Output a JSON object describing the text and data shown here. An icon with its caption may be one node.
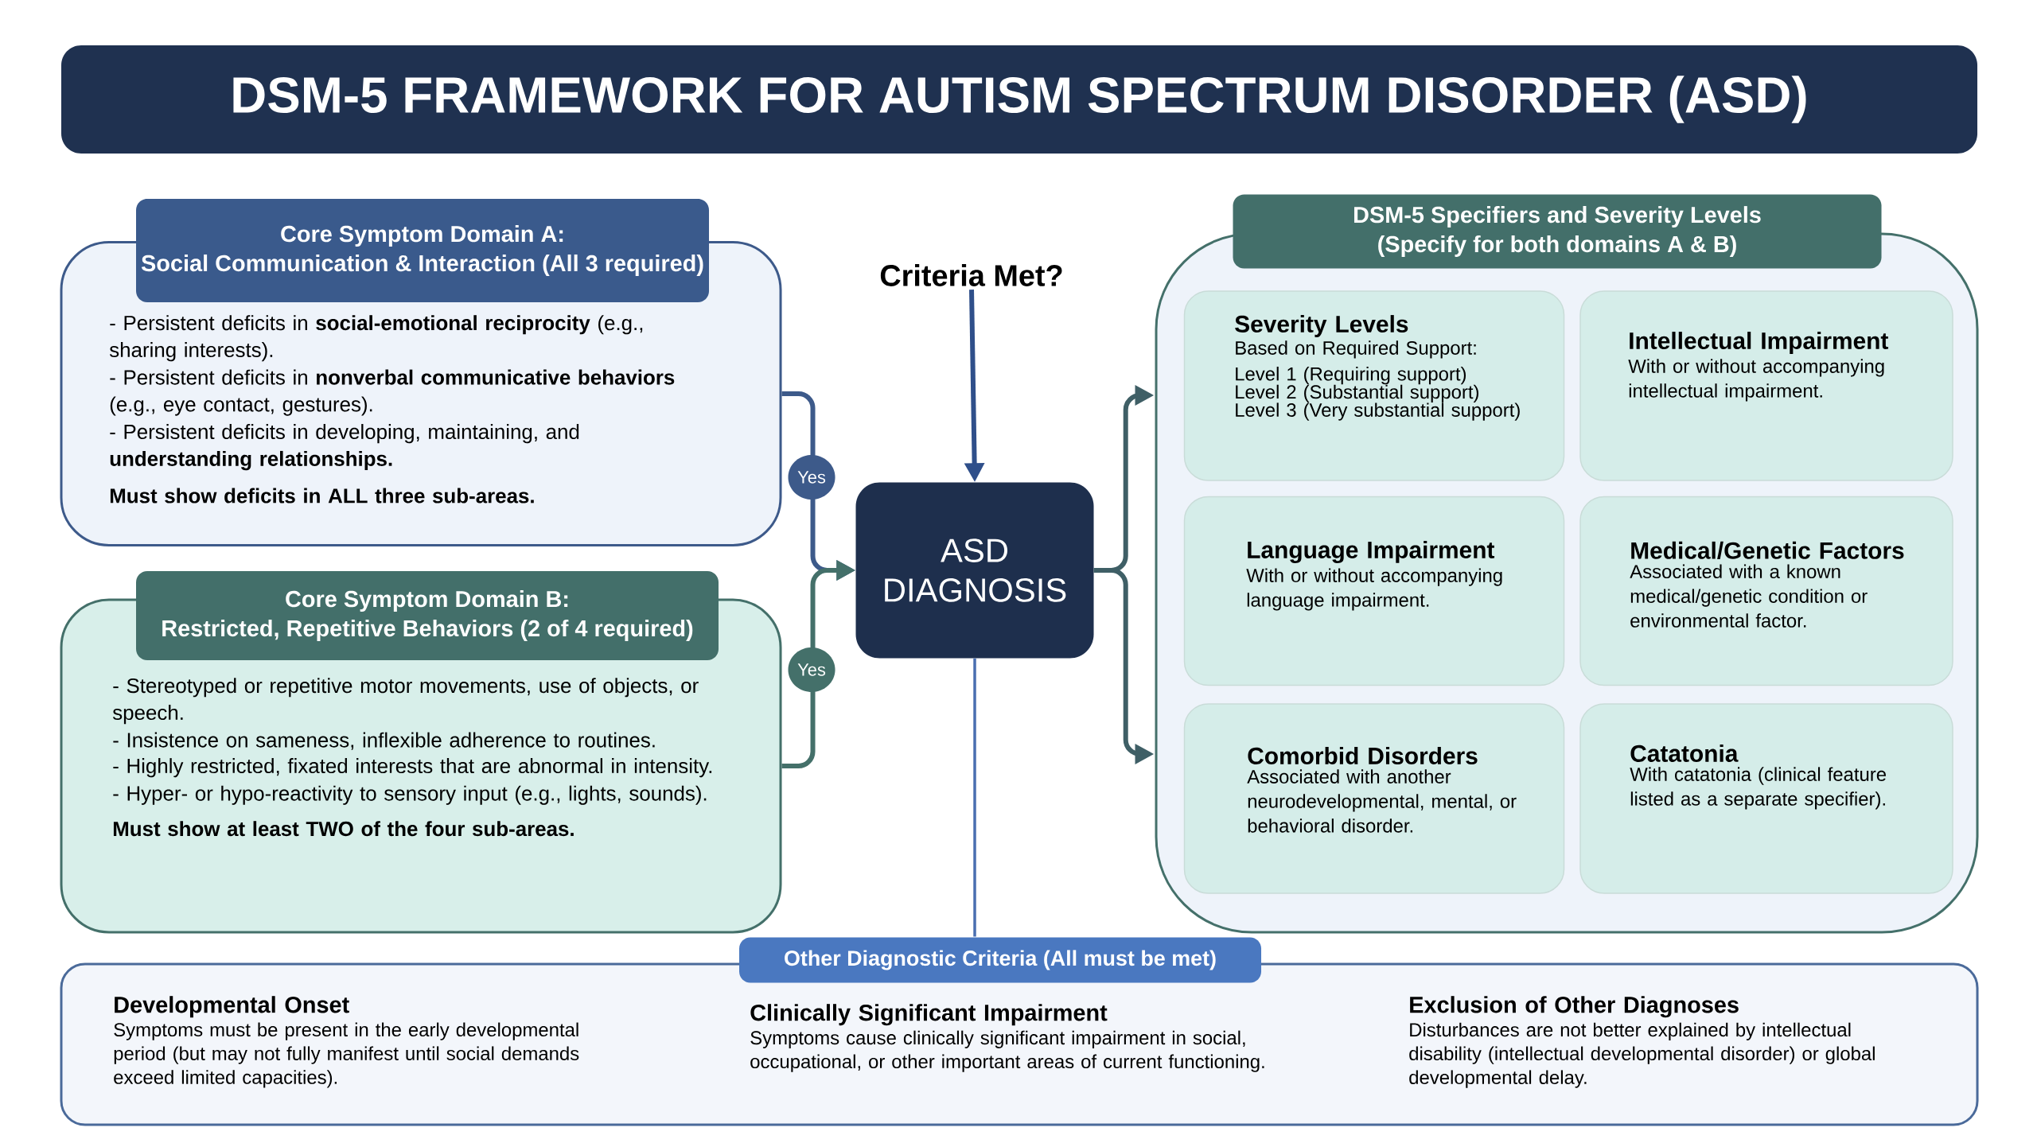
{
  "diagram": {
    "title": "DSM-5 FRAMEWORK FOR AUTISM SPECTRUM DISORDER (ASD)",
    "nodes": [
      {
        "text": [
          "Core Symptom Domain A:",
          "Social Communication & Interaction (All 3 required)",
          "- Persistent deficits in **social-emotional reciprocity** (e.g., sharing interests).",
          "- Persistent deficits in **nonverbal communicative behaviors** (e.g., eye contact, gestures).",
          "- Persistent deficits in developing, maintaining, and **understanding relationships.**",
          "Must show deficits in ALL three sub-areas."
        ]
      },
      {
        "text": [
          "Core Symptom Domain B:",
          "Restricted, Repetitive Behaviors (2 of 4 required)",
          "- Stereotyped or repetitive motor movements, use of objects, or speech.",
          "- Insistence on sameness, inflexible adherence to routines.",
          "- Highly restricted, fixated interests that are abnormal in intensity.",
          "- Hyper- or hypo-reactivity to sensory input (e.g., lights, sounds).",
          "Must show at least TWO of the four sub-areas."
        ]
      },
      {
        "text": [
          "Criteria Met?"
        ]
      },
      {
        "text": [
          "ASD DIAGNOSIS"
        ]
      },
      {
        "text": [
          "DSM-5 Specifiers and Severity Levels",
          "(Specify for both domains A & B)"
        ]
      },
      {
        "text": [
          "Severity Levels",
          "Based on Required Support:",
          "Level 1 (Requiring support)",
          "Level 2 (Substantial support)",
          "Level 3 (Very substantial support)"
        ],
        "in": 4
      },
      {
        "text": [
          "Intellectual Impairment",
          "With or without accompanying intellectual impairment."
        ],
        "in": 4
      },
      {
        "text": [
          "Language Impairment",
          "With or without accompanying language impairment."
        ],
        "in": 4
      },
      {
        "text": [
          "Medical/Genetic Factors",
          "Associated with a known medical/genetic condition or environmental factor."
        ],
        "in": 4
      },
      {
        "text": [
          "Comorbid Disorders",
          "Associated with another neurodevelopmental, mental, or behavioral disorder."
        ],
        "in": 4
      },
      {
        "text": [
          "Catatonia",
          "With catatonia (clinical feature listed as a separate specifier)."
        ],
        "in": 4
      },
      {
        "text": [
          "Other Diagnostic Criteria (All must be met)",
          "Developmental Onset",
          "Symptoms must be present in the early developmental period (but may not fully manifest until social demands exceed limited capacities).",
          "Clinically Significant Impairment",
          "Symptoms cause clinically significant impairment in social, occupational, or other important areas of current functioning.",
          "Exclusion of Other Diagnoses",
          "Disturbances are not better explained by intellectual disability (intellectual developmental disorder) or global developmental delay."
        ]
      }
    ],
    "edges": [
      {
        "from": 0,
        "to": 3,
        "arrow": "to",
        "label": "Yes",
        "color": "#3d5a8a"
      },
      {
        "from": 1,
        "to": 3,
        "arrow": "to",
        "label": "Yes",
        "color": "#44706a"
      },
      {
        "from": 2,
        "to": 3,
        "arrow": "to",
        "color": "#2f4f8a"
      },
      {
        "from": 3,
        "to": 4,
        "arrow": "to",
        "color": "#3f5f66"
      },
      {
        "from": 3,
        "to": 4,
        "arrow": "to",
        "color": "#3f5f66"
      },
      {
        "from": 3,
        "to": 11,
        "arrow": "none",
        "color": "#4a6fb0"
      }
    ]
  }
}
